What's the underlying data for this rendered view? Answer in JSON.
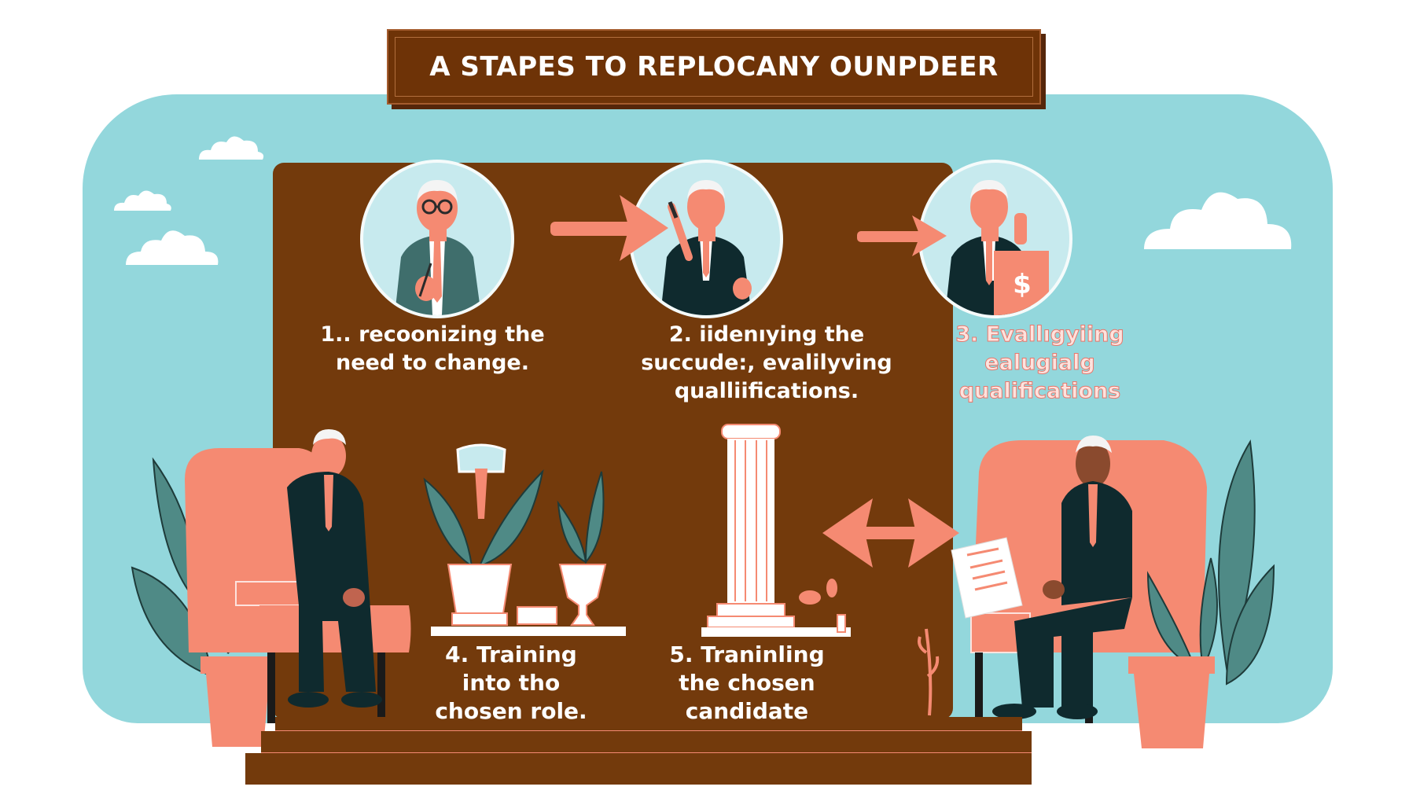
{
  "title": "A stapes to replocany ounpdeer",
  "steps": [
    {
      "number": "1..",
      "lines": [
        "recoonizing the",
        "need to change."
      ],
      "icon": "person-with-glasses-icon"
    },
    {
      "number": "2.",
      "lines": [
        "iidenıying the",
        "succude:, evalilyving",
        "qualliifications."
      ],
      "icon": "person-with-pen-icon"
    },
    {
      "number": "3.",
      "lines": [
        "Evallıgyiing",
        "ealugialg",
        "qualifications"
      ],
      "icon": "person-with-money-document-icon"
    }
  ],
  "captions": [
    {
      "lines": [
        "4. Training",
        "into tho",
        "chosen role."
      ]
    },
    {
      "lines": [
        "5. Traninling",
        "the chosen",
        "candidate"
      ]
    }
  ],
  "colors": {
    "panel": "#733a0c",
    "sky": "#93d7dc",
    "accent": "#f58a72",
    "suit": "#0f2a2e",
    "leaf": "#4f8a86"
  }
}
